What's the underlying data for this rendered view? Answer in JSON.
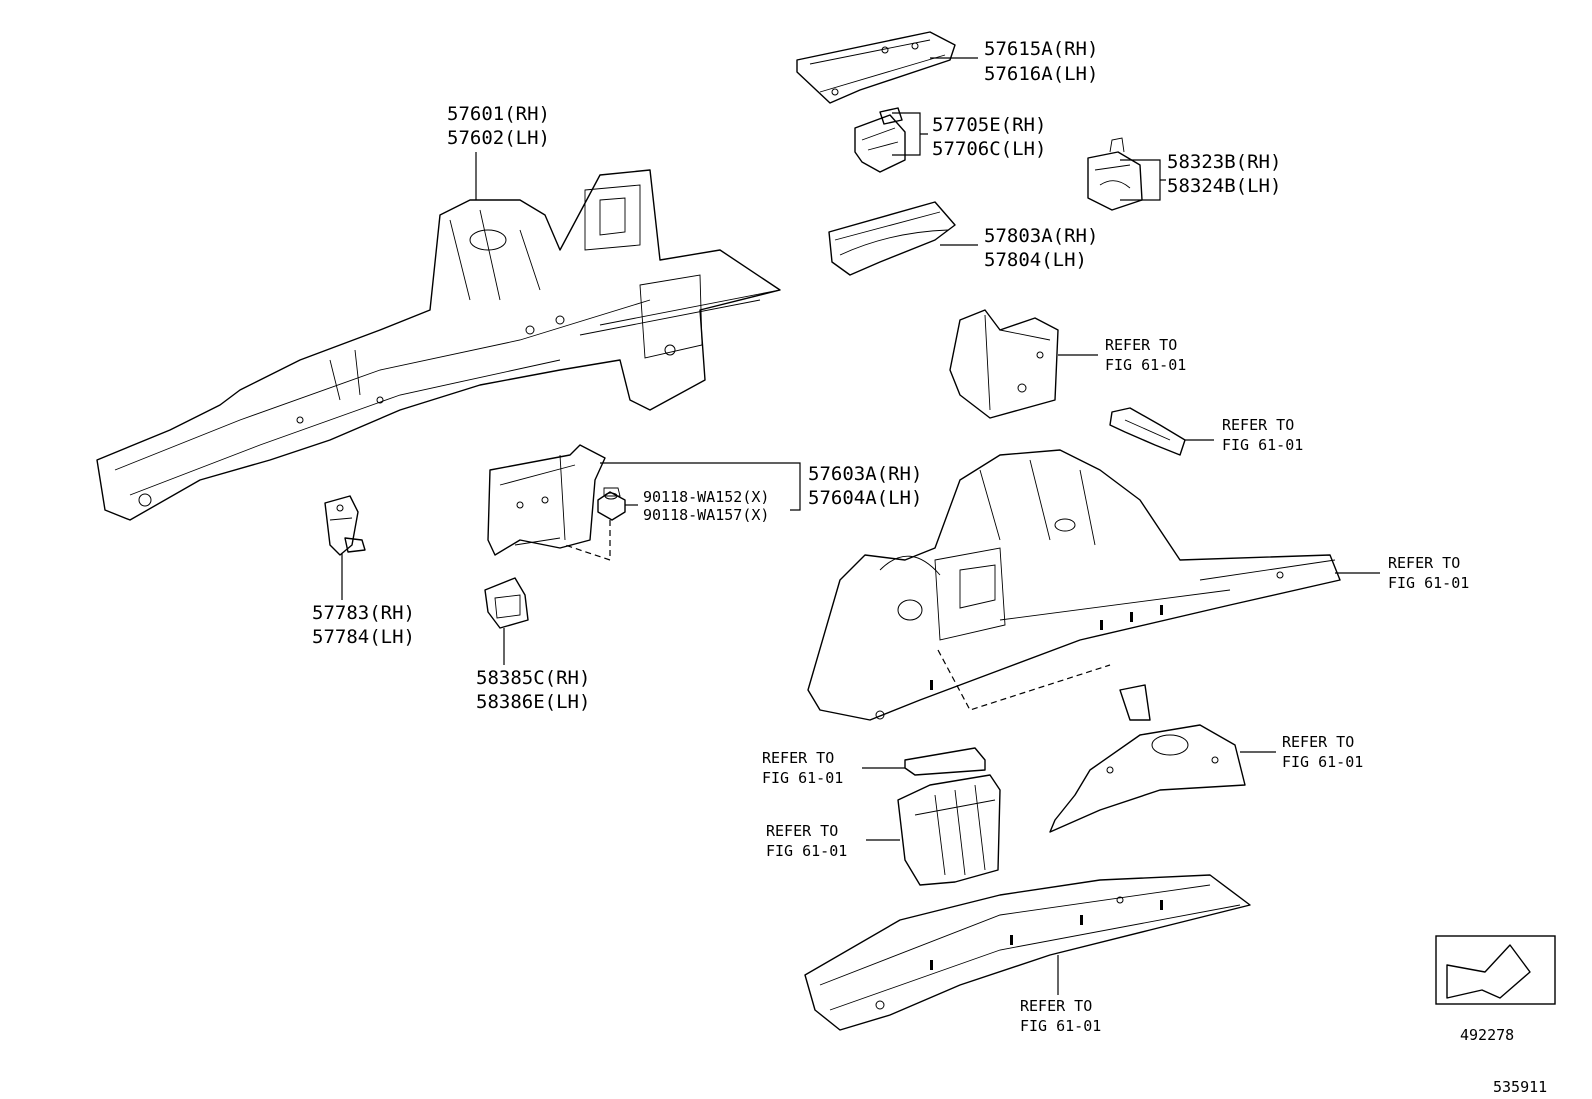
{
  "parts": {
    "p57615": [
      "57615A(RH)",
      "57616A(LH)"
    ],
    "p57705": [
      "57705E(RH)",
      "57706C(LH)"
    ],
    "p58323": [
      "58323B(RH)",
      "58324B(LH)"
    ],
    "p57803": [
      "57803A(RH)",
      "57804(LH)"
    ],
    "p57601": [
      "57601(RH)",
      "57602(LH)"
    ],
    "p57603": [
      "57603A(RH)",
      "57604A(LH)"
    ],
    "p90118": [
      "90118-WA152(X)",
      "90118-WA157(X)"
    ],
    "p57783": [
      "57783(RH)",
      "57784(LH)"
    ],
    "p58385": [
      "58385C(RH)",
      "58386E(LH)"
    ]
  },
  "refer": {
    "line1": "REFER TO",
    "line2": "FIG 61-01"
  },
  "icon": {
    "name": "front-direction-arrow-icon",
    "code": "492278"
  },
  "diagram_id": "535911"
}
